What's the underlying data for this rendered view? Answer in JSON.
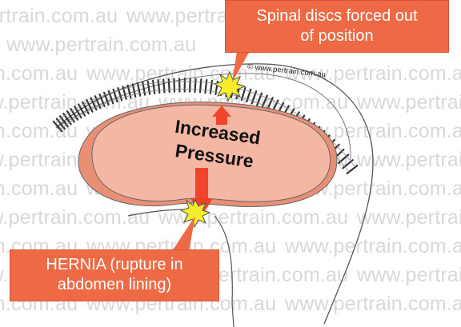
{
  "watermark": {
    "text": "www.pertrain.com.au"
  },
  "labels": {
    "spinal_discs": {
      "line1": "Spinal discs forced out",
      "line2": "of position"
    },
    "hernia": {
      "line1": "HERNIA (rupture in",
      "line2": "abdomen lining)"
    },
    "pressure": {
      "line1": "Increased",
      "line2": "Pressure"
    },
    "copyright": "© www.pertrain.com.au"
  },
  "colors": {
    "callout_fill": "#ee6a45",
    "organ_fill": "#f3b7a3",
    "organ_shadow": "#e88f76",
    "arrow_red": "#ee3a1e",
    "burst_yellow": "#f6ee2a",
    "watermark": "#d8d8d8"
  }
}
